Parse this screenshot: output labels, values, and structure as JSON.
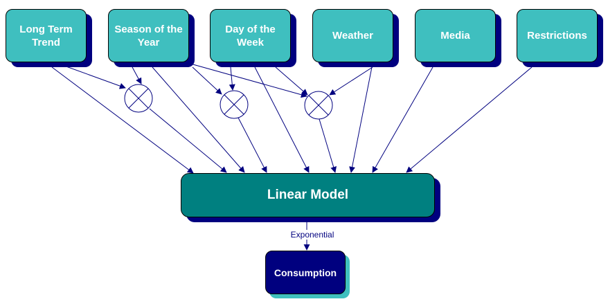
{
  "diagram": {
    "colors": {
      "input_fill": "#3fbfbf",
      "model_fill": "#008080",
      "output_fill": "#00007f",
      "shadow": "#00007f",
      "edge": "#00007f"
    },
    "inputs": [
      {
        "id": "long-term-trend",
        "label": "Long Term\nTrend"
      },
      {
        "id": "season-of-the-year",
        "label": "Season of the\nYear"
      },
      {
        "id": "day-of-the-week",
        "label": "Day of the\nWeek"
      },
      {
        "id": "weather",
        "label": "Weather"
      },
      {
        "id": "media",
        "label": "Media"
      },
      {
        "id": "restrictions",
        "label": "Restrictions"
      }
    ],
    "multipliers": [
      {
        "id": "mult-1",
        "symbol": "⊗",
        "inputs": [
          "long-term-trend",
          "season-of-the-year"
        ]
      },
      {
        "id": "mult-2",
        "symbol": "⊗",
        "inputs": [
          "season-of-the-year",
          "day-of-the-week"
        ]
      },
      {
        "id": "mult-3",
        "symbol": "⊗",
        "inputs": [
          "season-of-the-year",
          "day-of-the-week",
          "weather"
        ]
      }
    ],
    "model": {
      "id": "linear-model",
      "label": "Linear Model"
    },
    "output": {
      "id": "consumption",
      "label": "Consumption"
    },
    "output_edge_label": "Exponential",
    "edges": [
      {
        "from": "long-term-trend",
        "to": "mult-1"
      },
      {
        "from": "season-of-the-year",
        "to": "mult-1"
      },
      {
        "from": "season-of-the-year",
        "to": "mult-2"
      },
      {
        "from": "day-of-the-week",
        "to": "mult-2"
      },
      {
        "from": "season-of-the-year",
        "to": "mult-3"
      },
      {
        "from": "day-of-the-week",
        "to": "mult-3"
      },
      {
        "from": "weather",
        "to": "mult-3"
      },
      {
        "from": "long-term-trend",
        "to": "linear-model"
      },
      {
        "from": "mult-1",
        "to": "linear-model"
      },
      {
        "from": "season-of-the-year",
        "to": "linear-model"
      },
      {
        "from": "mult-2",
        "to": "linear-model"
      },
      {
        "from": "day-of-the-week",
        "to": "linear-model"
      },
      {
        "from": "mult-3",
        "to": "linear-model"
      },
      {
        "from": "weather",
        "to": "linear-model"
      },
      {
        "from": "media",
        "to": "linear-model"
      },
      {
        "from": "restrictions",
        "to": "linear-model"
      },
      {
        "from": "linear-model",
        "to": "consumption",
        "label": "Exponential"
      }
    ]
  }
}
